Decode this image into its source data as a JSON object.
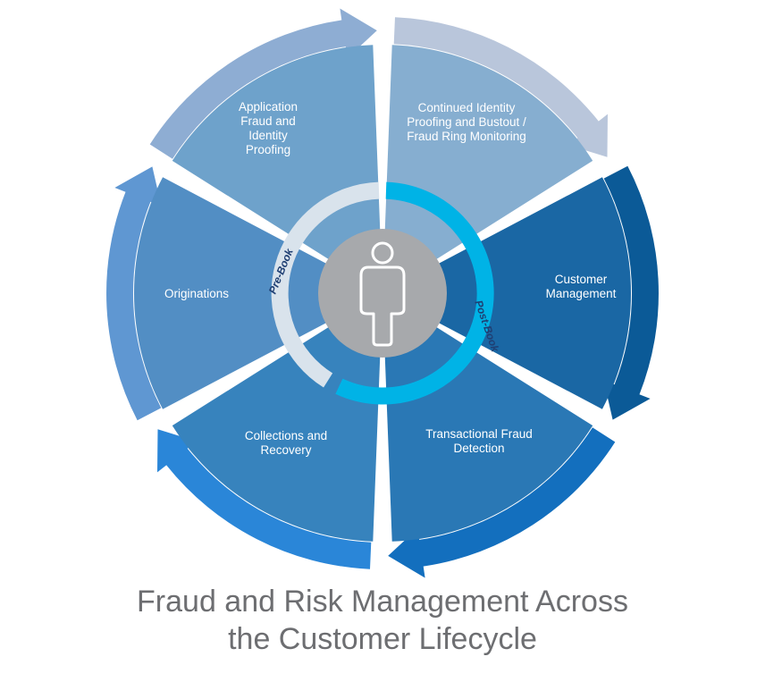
{
  "segments": [
    {
      "id": "application-fraud",
      "lines": [
        "Application",
        "Fraud and",
        "Identity",
        "Proofing"
      ],
      "color": "#86aed0",
      "arrow": "#b9c6db"
    },
    {
      "id": "continued-identity",
      "lines": [
        "Continued Identity",
        "Proofing and Bustout /",
        "Fraud Ring Monitoring"
      ],
      "color": "#1a67a4",
      "arrow": "#0b5a97"
    },
    {
      "id": "customer-management",
      "lines": [
        "Customer",
        "Management"
      ],
      "color": "#2a78b5",
      "arrow": "#136fbe"
    },
    {
      "id": "transactional-fraud",
      "lines": [
        "Transactional Fraud",
        "Detection"
      ],
      "color": "#3783bd",
      "arrow": "#2a86d8"
    },
    {
      "id": "collections-recovery",
      "lines": [
        "Collections and",
        "Recovery"
      ],
      "color": "#528ec4",
      "arrow": "#5f97d2"
    },
    {
      "id": "originations",
      "lines": [
        "Originations"
      ],
      "color": "#6ea2cb",
      "arrow": "#8eadd3"
    }
  ],
  "inner_ring": {
    "pre_book": "Pre-Book",
    "post_book": "Post-Book",
    "pre_color": "#d9e3ec",
    "post_color": "#00b3e6"
  },
  "center": {
    "circle_color": "#a7a9ac",
    "icon": "person-icon"
  },
  "caption": {
    "line1": "Fraud and Risk Management Across",
    "line2": "the Customer Lifecycle"
  }
}
